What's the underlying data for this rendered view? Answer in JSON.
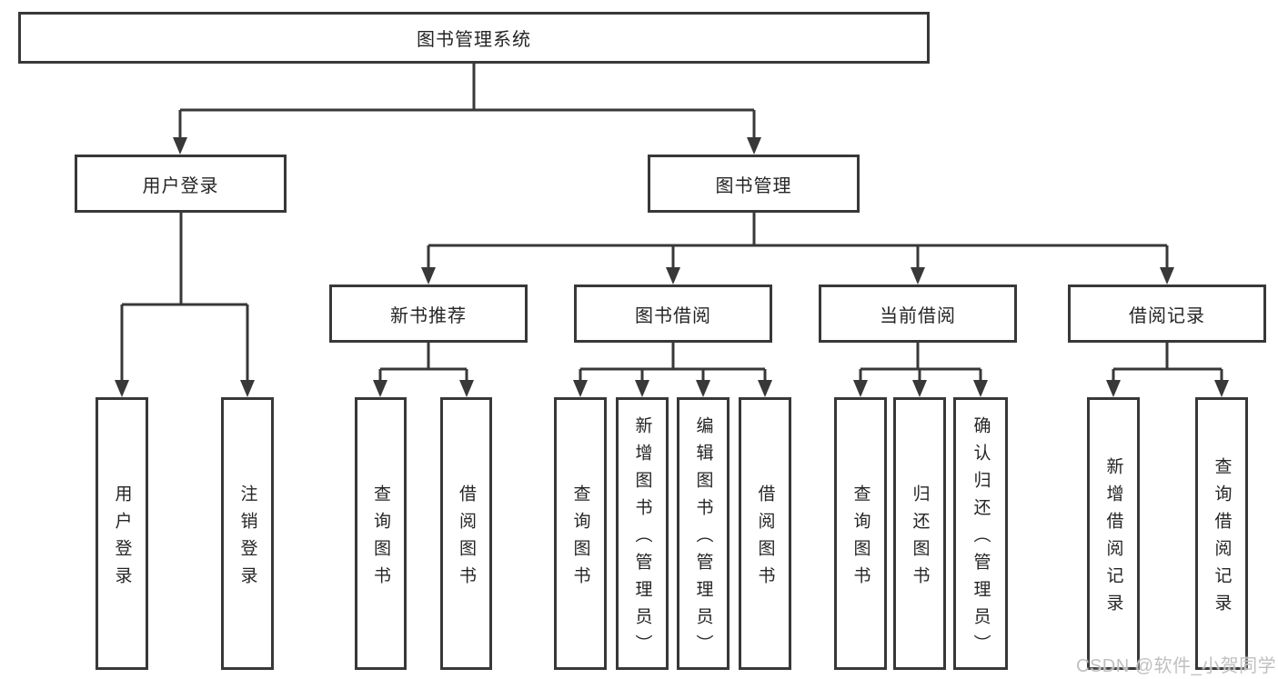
{
  "diagram_title": "图书管理系统",
  "colors": {
    "line": "#383838",
    "node_border": "#383838",
    "node_text": "#252525",
    "background": "#ffffff",
    "watermark": "#c0c0c0"
  },
  "tree": {
    "root": {
      "label": "图书管理系统"
    },
    "branches": [
      {
        "label": "用户登录",
        "children": [
          {
            "label": "用户登录"
          },
          {
            "label": "注销登录"
          }
        ]
      },
      {
        "label": "图书管理",
        "children": [
          {
            "label": "新书推荐",
            "children": [
              {
                "label": "查询图书"
              },
              {
                "label": "借阅图书"
              }
            ]
          },
          {
            "label": "图书借阅",
            "children": [
              {
                "label": "查询图书"
              },
              {
                "label": "新增图书（管理员）"
              },
              {
                "label": "编辑图书（管理员）"
              },
              {
                "label": "借阅图书"
              }
            ]
          },
          {
            "label": "当前借阅",
            "children": [
              {
                "label": "查询图书"
              },
              {
                "label": "归还图书"
              },
              {
                "label": "确认归还（管理员）"
              }
            ]
          },
          {
            "label": "借阅记录",
            "children": [
              {
                "label": "新增借阅记录"
              },
              {
                "label": "查询借阅记录"
              }
            ]
          }
        ]
      }
    ]
  },
  "watermark": {
    "text": "CSDN @软件_小贺同学"
  }
}
